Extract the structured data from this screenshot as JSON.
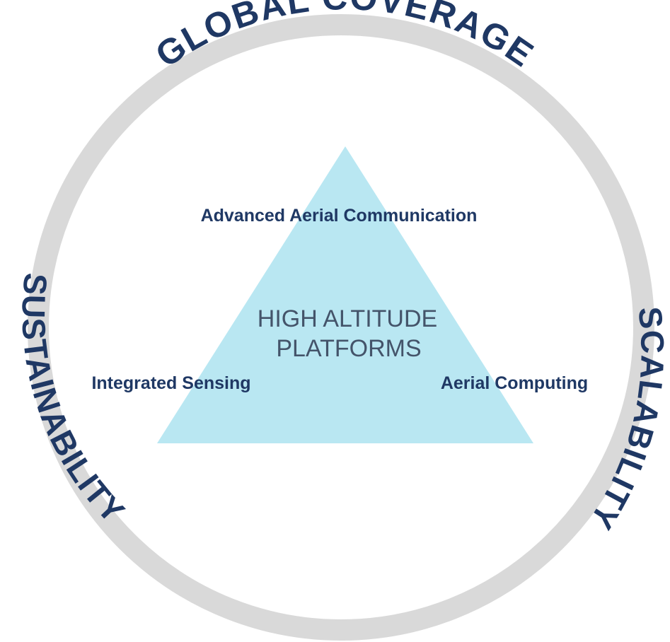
{
  "diagram": {
    "center": {
      "line1": "HIGH ALTITUDE",
      "line2": "PLATFORMS"
    },
    "pillars": {
      "top": "Advanced Aerial Communication",
      "left": "Integrated Sensing",
      "right": "Aerial Computing"
    },
    "ring": {
      "top": "GLOBAL COVERAGE",
      "left": "SUSTAINABILITY",
      "right": "SCALABILITY"
    }
  },
  "colors": {
    "ring": "#d9d9d9",
    "triangle": "#b9e7f2",
    "text_dark": "#1f3864",
    "text_center": "#44546a"
  }
}
